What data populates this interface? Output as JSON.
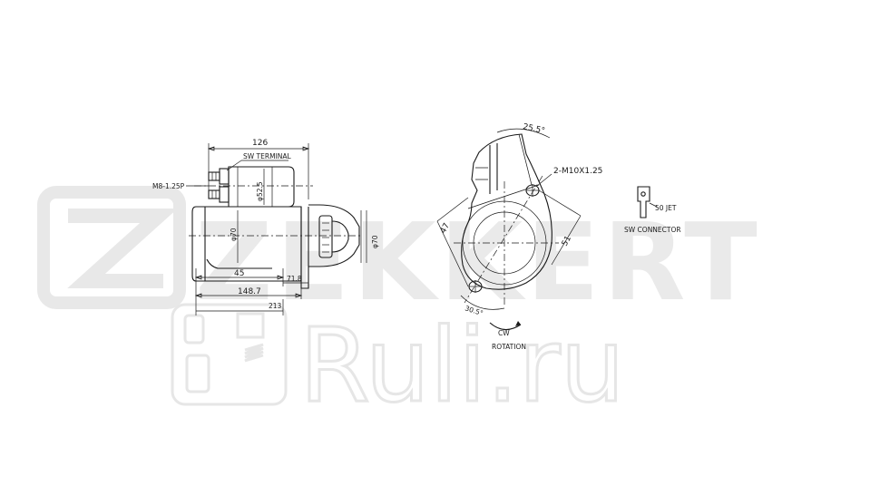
{
  "watermark": {
    "brand": "ZEKKERT",
    "site": "Ruli.ru"
  },
  "side_view": {
    "thread_label": "M8-1.25P",
    "terminal_label": "SW TERMINAL",
    "dim_overall_top": "126",
    "dim_solenoid_dia": "φ52.5",
    "dim_body_dia": "φ70",
    "dim_flange_dia": "φ70",
    "dim_body_len": "45",
    "dim_flange_len": "71.8",
    "dim_total_len": "148.7",
    "dim_overall_len": "213"
  },
  "front_view": {
    "angle_top": "25.5°",
    "bolt_label": "2-M10X1.25",
    "dim_left": "47",
    "dim_right": "51",
    "angle_bottom": "30.5°",
    "rotation_dir": "CW",
    "rotation_label": "ROTATION"
  },
  "connector": {
    "jet_label": "50 JET",
    "connector_label": "SW CONNECTOR"
  }
}
